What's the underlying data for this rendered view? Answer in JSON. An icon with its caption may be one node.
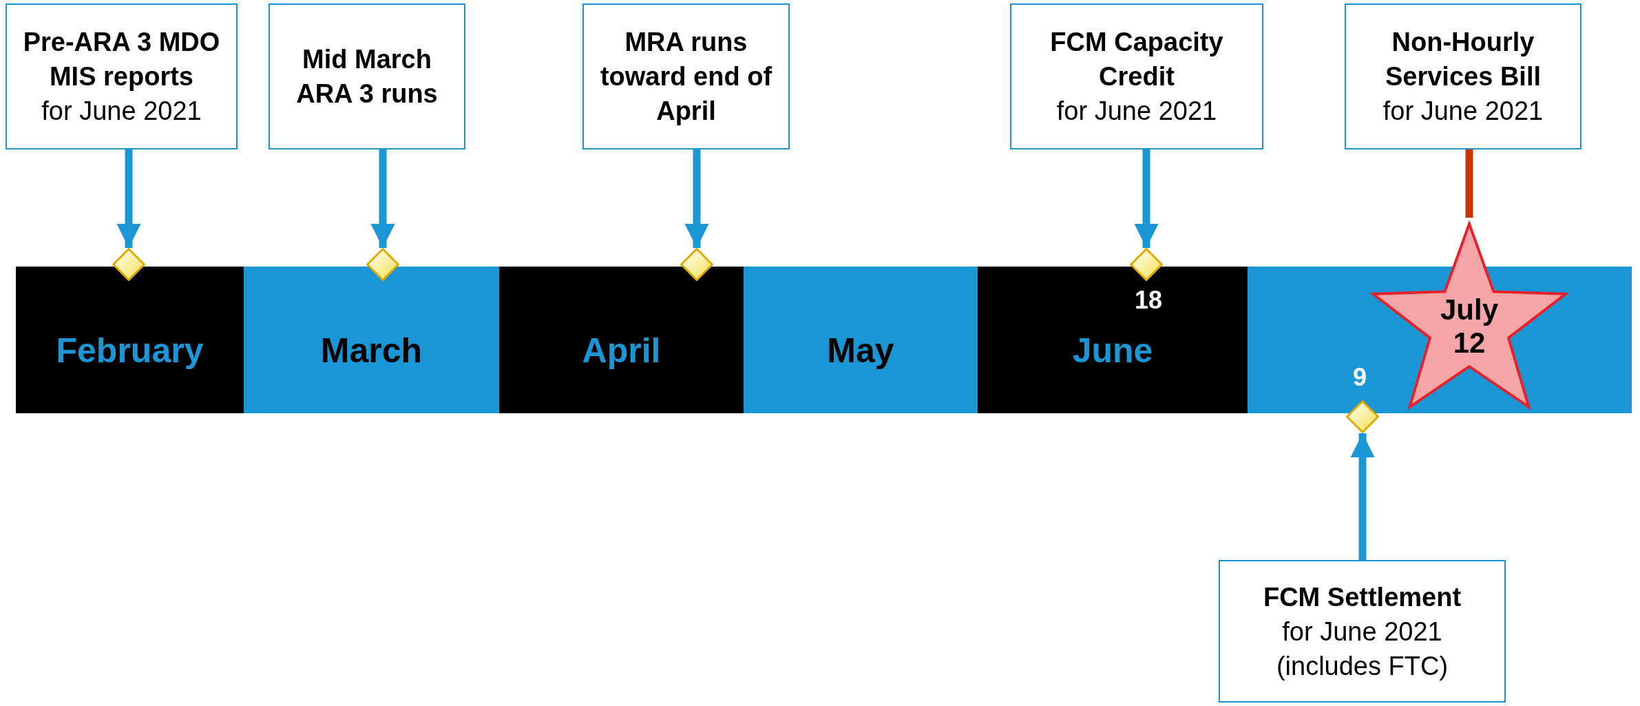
{
  "diagram": {
    "nodes": [
      {
        "text": [
          "Pre-ARA 3 MDO MIS reports",
          "for June 2021"
        ]
      },
      {
        "text": [
          "Mid March ARA 3 runs"
        ]
      },
      {
        "text": [
          "MRA runs toward end of April"
        ]
      },
      {
        "text": [
          "FCM Capacity Credit",
          "for June 2021"
        ]
      },
      {
        "text": [
          "Non-Hourly Services Bill",
          "for June 2021"
        ]
      },
      {
        "text": [
          "FCM Settlement",
          "for June 2021 (includes FTC)"
        ]
      },
      {
        "text": [
          "February"
        ]
      },
      {
        "text": [
          "March"
        ]
      },
      {
        "text": [
          "April"
        ]
      },
      {
        "text": [
          "May"
        ]
      },
      {
        "text": [
          "June"
        ]
      },
      {
        "text": [],
        "shape": "bar"
      },
      {
        "text": [
          "July 12"
        ]
      },
      {
        "text": [],
        "shape": "diamond"
      },
      {
        "text": [],
        "shape": "diamond"
      },
      {
        "text": [],
        "shape": "diamond"
      },
      {
        "text": [],
        "shape": "diamond",
        "beside": [
          "18"
        ]
      },
      {
        "text": [],
        "shape": "diamond"
      }
    ],
    "labels": [
      "9"
    ],
    "edges": [
      {
        "from": 0,
        "to": 13,
        "arrow": "to"
      },
      {
        "from": 1,
        "to": 14,
        "arrow": "to"
      },
      {
        "from": 2,
        "to": 15,
        "arrow": "to"
      },
      {
        "from": 3,
        "to": 16,
        "arrow": "to"
      },
      {
        "from": 4,
        "to": 12,
        "arrow": "none",
        "color": "#cc3300"
      },
      {
        "from": 5,
        "to": 17,
        "arrow": "to"
      }
    ]
  }
}
